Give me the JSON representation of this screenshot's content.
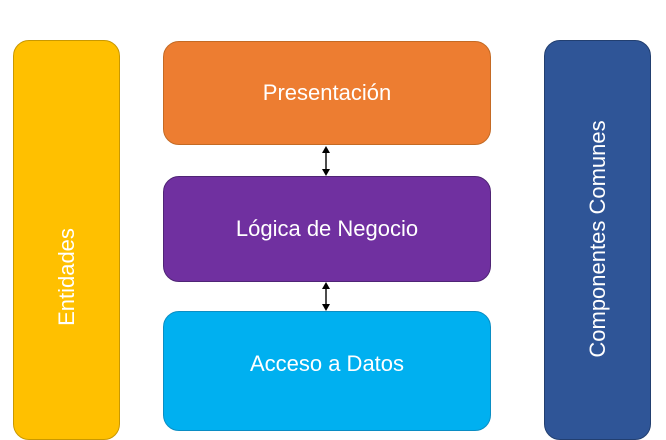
{
  "diagram": {
    "side_left": {
      "label": "Entidades",
      "color": "#ffc000"
    },
    "side_right": {
      "label": "Componentes Comunes",
      "color": "#2f5597"
    },
    "layers": [
      {
        "label": "Presentación",
        "color": "#ed7d31"
      },
      {
        "label": "Lógica de Negocio",
        "color": "#7030a0"
      },
      {
        "label": "Acceso a Datos",
        "color": "#00b0f0"
      }
    ],
    "connector_color": "#000000"
  }
}
